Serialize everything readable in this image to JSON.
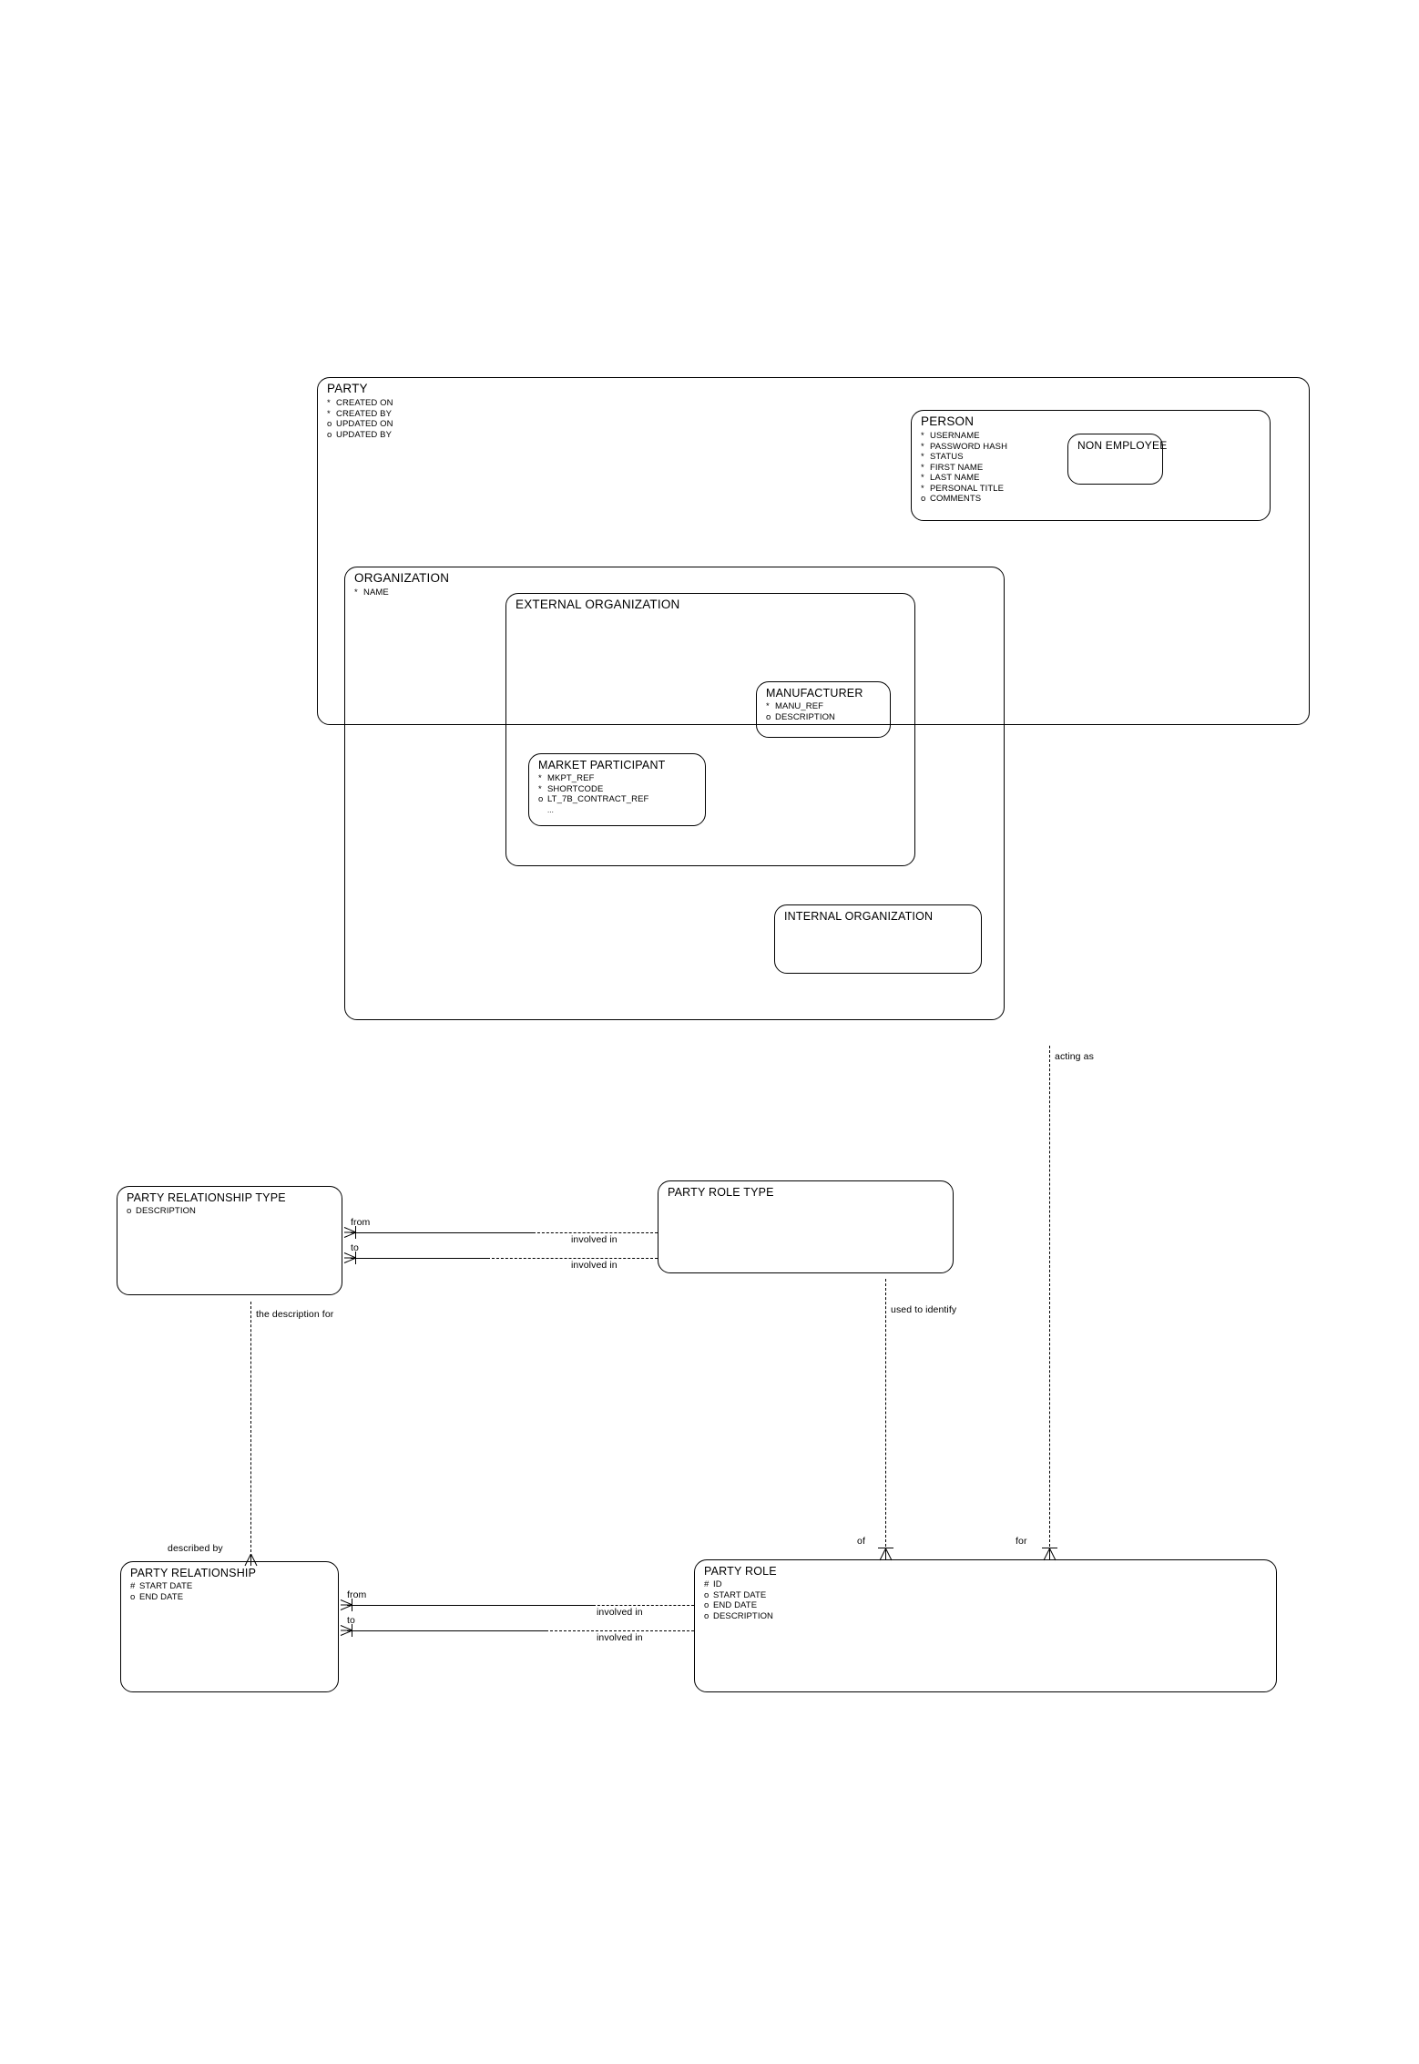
{
  "diagram": {
    "title": "Party Entity Relationship Diagram",
    "notation": "barker",
    "background": "#ffffff",
    "line_color": "#000000"
  },
  "entities": {
    "party": {
      "name": "PARTY",
      "attributes": [
        {
          "mark": "*",
          "label": "CREATED ON"
        },
        {
          "mark": "*",
          "label": "CREATED BY"
        },
        {
          "mark": "o",
          "label": "UPDATED ON"
        },
        {
          "mark": "o",
          "label": "UPDATED BY"
        }
      ]
    },
    "person": {
      "name": "PERSON",
      "attributes": [
        {
          "mark": "*",
          "label": "USERNAME"
        },
        {
          "mark": "*",
          "label": "PASSWORD HASH"
        },
        {
          "mark": "*",
          "label": "STATUS"
        },
        {
          "mark": "*",
          "label": "FIRST NAME"
        },
        {
          "mark": "*",
          "label": "LAST NAME"
        },
        {
          "mark": "*",
          "label": "PERSONAL TITLE"
        },
        {
          "mark": "o",
          "label": "COMMENTS"
        }
      ]
    },
    "non_employee": {
      "name": "NON EMPLOYEE",
      "attributes": []
    },
    "organization": {
      "name": "ORGANIZATION",
      "attributes": [
        {
          "mark": "*",
          "label": "NAME"
        }
      ]
    },
    "external_organization": {
      "name": "EXTERNAL ORGANIZATION",
      "attributes": []
    },
    "manufacturer": {
      "name": "MANUFACTURER",
      "attributes": [
        {
          "mark": "*",
          "label": "MANU_REF"
        },
        {
          "mark": "o",
          "label": "DESCRIPTION"
        }
      ]
    },
    "market_participant": {
      "name": "MARKET PARTICIPANT",
      "attributes": [
        {
          "mark": "*",
          "label": "MKPT_REF"
        },
        {
          "mark": "*",
          "label": "SHORTCODE"
        },
        {
          "mark": "o",
          "label": "LT_7B_CONTRACT_REF"
        },
        {
          "mark": "",
          "label": "..."
        }
      ]
    },
    "internal_organization": {
      "name": "INTERNAL ORGANIZATION",
      "attributes": []
    },
    "party_relationship_type": {
      "name": "PARTY RELATIONSHIP TYPE",
      "attributes": [
        {
          "mark": "o",
          "label": "DESCRIPTION"
        }
      ]
    },
    "party_role_type": {
      "name": "PARTY ROLE TYPE",
      "attributes": []
    },
    "party_relationship": {
      "name": "PARTY RELATIONSHIP",
      "attributes": [
        {
          "mark": "#",
          "label": "START DATE"
        },
        {
          "mark": "o",
          "label": "END DATE"
        }
      ]
    },
    "party_role": {
      "name": "PARTY ROLE",
      "attributes": [
        {
          "mark": "#",
          "label": "ID"
        },
        {
          "mark": "o",
          "label": "START DATE"
        },
        {
          "mark": "o",
          "label": "END DATE"
        },
        {
          "mark": "o",
          "label": "DESCRIPTION"
        }
      ]
    }
  },
  "relationship_labels": {
    "acting_as": "acting as",
    "prt_from": "from",
    "prt_to": "to",
    "prt_involved_in_1": "involved in",
    "prt_involved_in_2": "involved in",
    "the_description_for": "the description for",
    "used_to_identify": "used to identify",
    "described_by": "described by",
    "pr_from": "from",
    "pr_to": "to",
    "pr_involved_in_1": "involved in",
    "pr_involved_in_2": "involved in",
    "of": "of",
    "for": "for"
  }
}
